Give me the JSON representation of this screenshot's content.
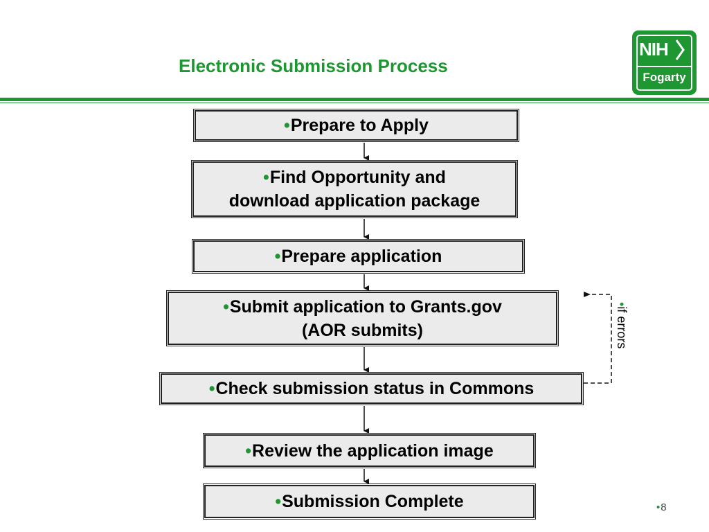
{
  "title": "Electronic Submission Process",
  "logo": {
    "top": "NIH",
    "bottom": "Fogarty"
  },
  "colors": {
    "accent": "#1e9632",
    "box_fill": "#ebebeb",
    "box_border": "#222222"
  },
  "bullet": "•",
  "steps": [
    {
      "lines": [
        "Prepare to Apply"
      ]
    },
    {
      "lines": [
        "Find Opportunity and",
        "download application package"
      ]
    },
    {
      "lines": [
        "Prepare application"
      ]
    },
    {
      "lines": [
        "Submit application to Grants.gov",
        "(AOR submits)"
      ]
    },
    {
      "lines": [
        "Check submission status in Commons"
      ]
    },
    {
      "lines": [
        "Review the application image"
      ]
    },
    {
      "lines": [
        "Submission Complete"
      ]
    }
  ],
  "loop_label": "if errors",
  "page_number": "8"
}
